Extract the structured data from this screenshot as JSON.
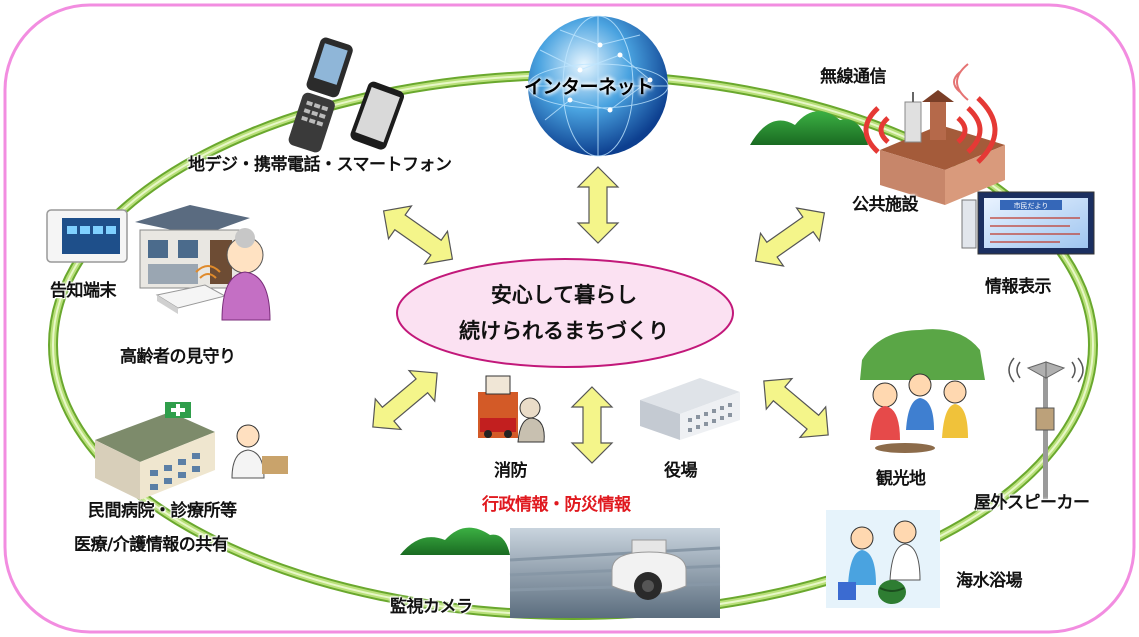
{
  "center": {
    "line1": "安心して暮らし",
    "line2": "続けられるまちづくり"
  },
  "labels": {
    "internet": "インターネット",
    "wireless": "無線通信",
    "public_facility": "公共施設",
    "info_display": "情報表示",
    "outdoor_speaker": "屋外スピーカー",
    "beach": "海水浴場",
    "tourism": "観光地",
    "fire_dept": "消防",
    "city_office": "役場",
    "gov_info": "行政情報・防災情報",
    "camera": "監視カメラ",
    "hospital": "民間病院・診療所等",
    "medical_share": "医療/介護情報の共有",
    "elderly_watch": "高齢者の見守り",
    "terminal": "告知端末",
    "mobile": "地デジ・携帯電話・スマートフォン"
  },
  "display_sign": {
    "title": "市民だより"
  },
  "colors": {
    "frame_border": "#f28de0",
    "ring": "#8cc63f",
    "arrow_fill": "#f4f58a",
    "center_fill": "#fbe1f2",
    "center_stroke": "#c2187a",
    "red_text": "#e0191f",
    "signal_red": "#e53935"
  },
  "icons": [
    "globe-icon",
    "flip-phone-icon",
    "smartphone-icon",
    "house-icon",
    "tablet-terminal-icon",
    "router-icon",
    "elderly-woman-icon",
    "hospital-icon",
    "doctor-icon",
    "surveillance-camera-icon",
    "fire-station-icon",
    "city-office-icon",
    "public-facility-icon",
    "radio-tower-icon",
    "display-board-icon",
    "loudspeaker-icon",
    "tourism-crowd-icon",
    "beach-kids-icon",
    "hill-icon"
  ]
}
